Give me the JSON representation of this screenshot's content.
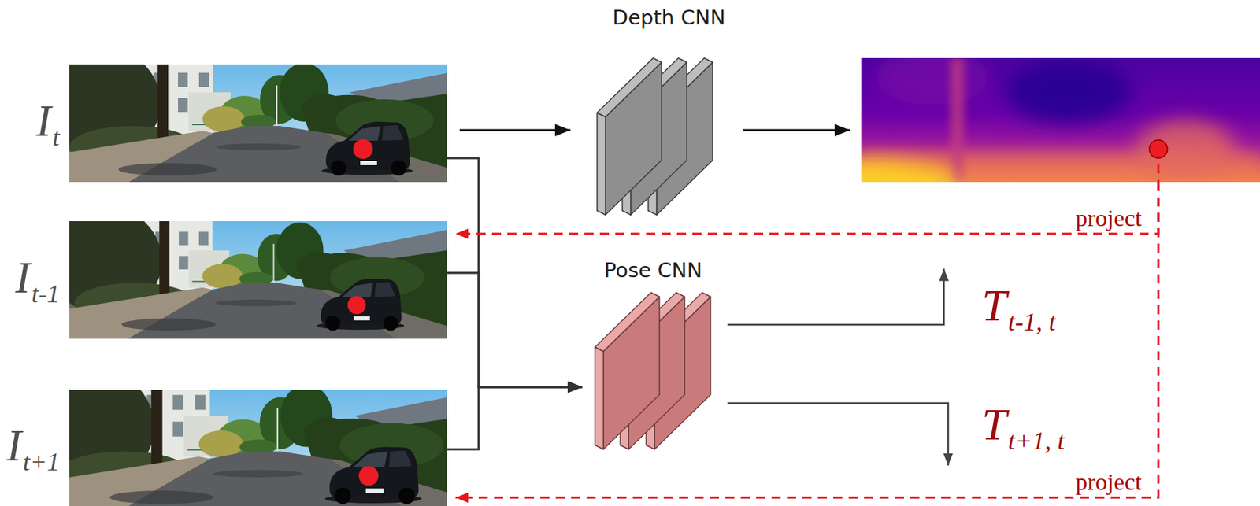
{
  "diagram": {
    "nodes": [
      {
        "text": [
          "I",
          "t"
        ]
      },
      {
        "text": [
          "I",
          "t-1"
        ]
      },
      {
        "text": [
          "I",
          "t+1"
        ]
      },
      {
        "text": [
          "Depth CNN"
        ]
      },
      {
        "text": []
      },
      {
        "text": [
          "Pose CNN"
        ]
      },
      {
        "text": [
          "T",
          "t-1, t"
        ]
      },
      {
        "text": [
          "T",
          "t+1, t"
        ]
      }
    ],
    "edges": [
      {
        "from": 0,
        "to": 3,
        "arrow": "to"
      },
      {
        "from": 3,
        "to": 4,
        "arrow": "to"
      },
      {
        "from": 0,
        "to": 5,
        "arrow": "to"
      },
      {
        "from": 1,
        "to": 5,
        "arrow": "to"
      },
      {
        "from": 2,
        "to": 5,
        "arrow": "to"
      },
      {
        "from": 5,
        "to": 6,
        "arrow": "to"
      },
      {
        "from": 5,
        "to": 7,
        "arrow": "to"
      },
      {
        "from": 4,
        "to": 1,
        "label": "project",
        "arrow": "to"
      },
      {
        "from": 4,
        "to": 2,
        "label": "project",
        "arrow": "to"
      }
    ]
  }
}
